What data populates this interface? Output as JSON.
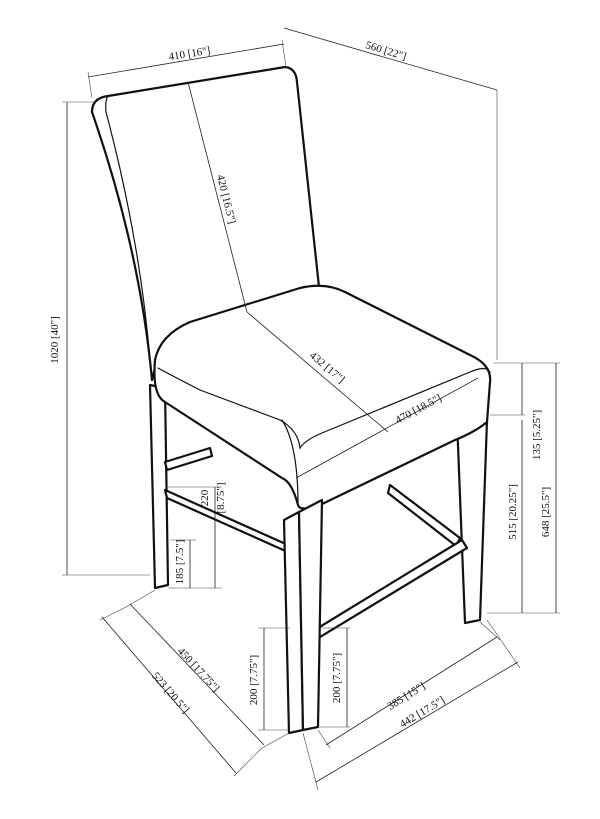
{
  "dimensions": {
    "top_width": "410 [16\"]",
    "overall_depth": "560 [22\"]",
    "back_height": "420 [16.5\"]",
    "overall_height": "1020 [40\"]",
    "seat_depth": "432 [17\"]",
    "seat_width": "470 [18.5\"]",
    "seat_thickness": "135 [5.25\"]",
    "seat_height": "515 [20.25\"]",
    "seat_top_height": "648 [25.5\"]",
    "rail_height_label": "220",
    "rail_height_inch": "[8.75\"]",
    "foot_rail_height": "185 [7.5\"]",
    "front_leg_clearance": "200 [7.75\"]",
    "rear_leg_clearance": "200 [7.75\"]",
    "inner_depth": "450 [17.75\"]",
    "outer_depth": "523 [20.5\"]",
    "inner_width": "385 [15\"]",
    "outer_width": "442 [17.5\"]"
  }
}
